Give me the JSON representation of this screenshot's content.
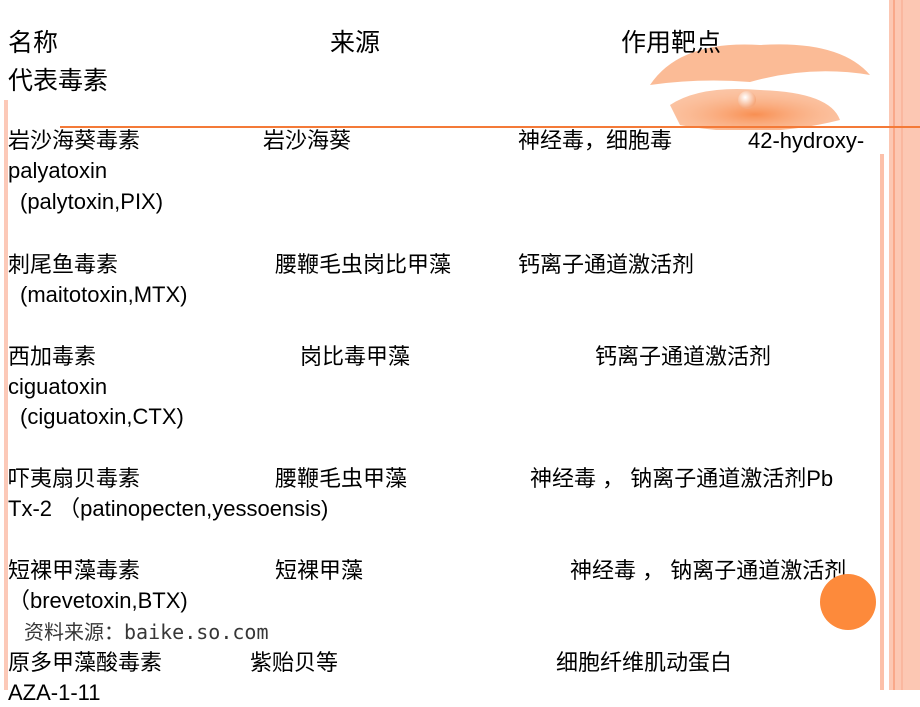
{
  "header": {
    "col_name": "名称",
    "col_source": "来源",
    "col_target": "作用靶点",
    "col_rep": "代表毒素"
  },
  "rows": [
    {
      "name": "岩沙海葵毒素",
      "source": "岩沙海葵",
      "target": "神经毒，细胞毒",
      "extra": "42-hydroxy-",
      "line2": "palyatoxin",
      "line3": "(palytoxin,PIX)"
    },
    {
      "name": "刺尾鱼毒素",
      "source": "腰鞭毛虫岗比甲藻",
      "target": "钙离子通道激活剂",
      "line2": "(maitotoxin,MTX)"
    },
    {
      "name": "西加毒素",
      "source": "岗比毒甲藻",
      "target": "钙离子通道激活剂",
      "line2": "ciguatoxin",
      "line3": "(ciguatoxin,CTX)"
    },
    {
      "name": "吓夷扇贝毒素",
      "source": "腰鞭毛虫甲藻",
      "target": "神经毒 ， 钠离子通道激活剂Pb",
      "line2": "Tx-2 （patinopecten,yessoensis)"
    },
    {
      "name": "短裸甲藻毒素",
      "source": "短裸甲藻",
      "target": "神经毒 ， 钠离子通道激活剂",
      "line2": "（brevetoxin,BTX)"
    },
    {
      "name": "原多甲藻酸毒素",
      "source": "紫贻贝等",
      "target": "细胞纤维肌动蛋白",
      "line2": "AZA-1-11"
    }
  ],
  "watermark": "资料来源：baike.so.com",
  "colors": {
    "accent": "#f47a38",
    "circle": "#fd8a3b",
    "stripe": "#fcc7b3"
  }
}
